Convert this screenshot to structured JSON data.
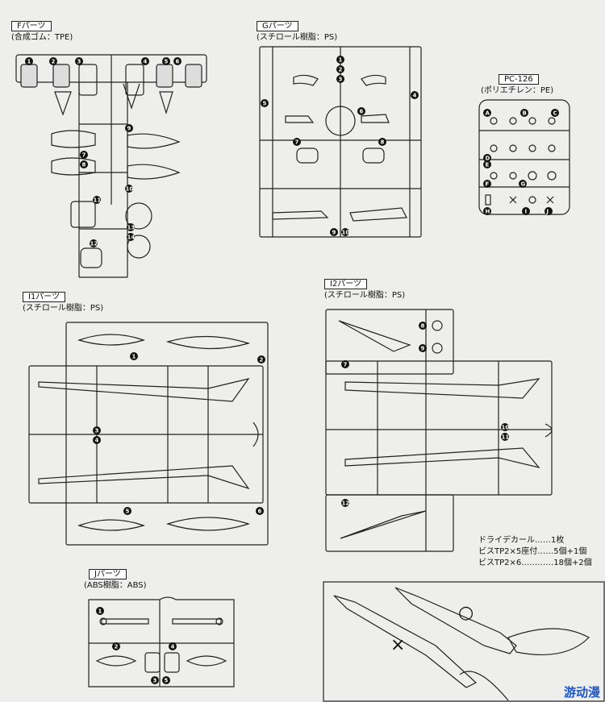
{
  "sprues": {
    "F": {
      "name": "Fパーツ",
      "material": "(合成ゴム：TPE)"
    },
    "G": {
      "name": "Gパーツ",
      "material": "(スチロール樹脂：PS)"
    },
    "PC": {
      "name": "PC-126",
      "material": "(ポリエチレン：PE)"
    },
    "I1": {
      "name": "I1パーツ",
      "material": "(スチロール樹脂：PS)"
    },
    "I2": {
      "name": "I2パーツ",
      "material": "(スチロール樹脂：PS)"
    },
    "J": {
      "name": "Jパーツ",
      "material": "(ABS樹脂：ABS)"
    }
  },
  "part_numbers": {
    "F": [
      "1",
      "2",
      "3",
      "4",
      "5",
      "6",
      "7",
      "8",
      "9",
      "10",
      "11",
      "12",
      "13",
      "14"
    ],
    "G": [
      "1",
      "2",
      "3",
      "4",
      "5",
      "6",
      "7",
      "8",
      "9",
      "10"
    ],
    "PC": [
      "A",
      "B",
      "C",
      "D",
      "E",
      "F",
      "G",
      "H",
      "I",
      "J"
    ],
    "I1": [
      "1",
      "2",
      "3",
      "4",
      "5",
      "6"
    ],
    "I2": [
      "7",
      "8",
      "9",
      "10",
      "11",
      "12"
    ],
    "J": [
      "1",
      "2",
      "3",
      "4",
      "5"
    ]
  },
  "notes": [
    {
      "text": "ドライデカール……1枚"
    },
    {
      "text": "ビスTP2×5座付……5個+1個"
    },
    {
      "text": "ビスTP2×6…………18個+2個"
    }
  ],
  "tool_marks": {
    "ok": "○",
    "ng": "×"
  },
  "watermark": "游动漫"
}
